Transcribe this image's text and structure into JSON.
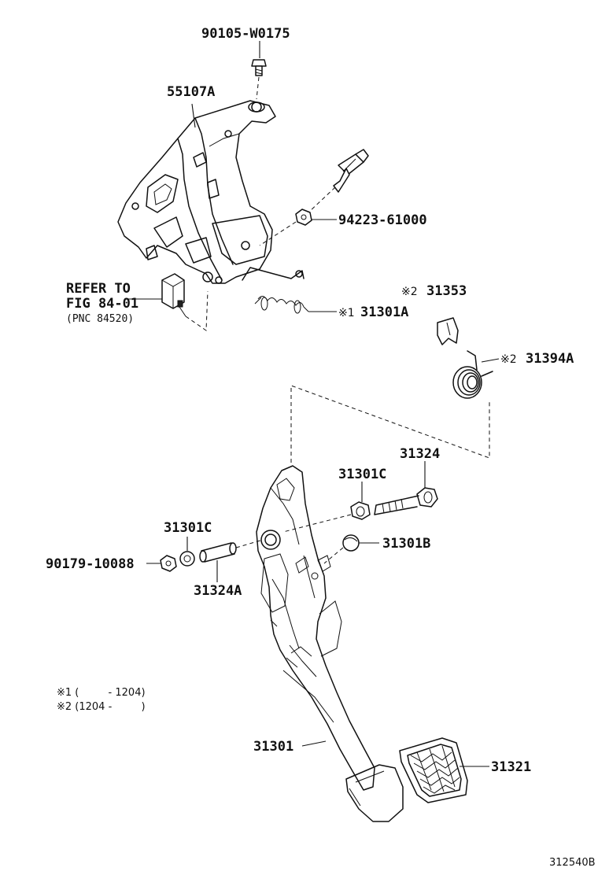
{
  "labels": {
    "bolt_top": "90105-W0175",
    "bracket": "55107A",
    "nut_switch": "94223-61000",
    "refer_line1": "REFER TO",
    "refer_line2": "FIG 84-01",
    "refer_line3": "(PNC 84520)",
    "spring_a": "31301A",
    "clip": "31353",
    "return_spring": "31394A",
    "bolt_pivot": "31324",
    "bushing_right": "31301C",
    "bushing_left": "31301C",
    "stopper": "31301B",
    "nut_left": "90179-10088",
    "collar": "31324A",
    "pedal_arm": "31301",
    "pedal_pad": "31321"
  },
  "marks": {
    "mark1": "※1",
    "mark2": "※2"
  },
  "notes": {
    "note1": "※1 (         - 1204)",
    "note2": "※2 (1204 -         )"
  },
  "figure_id": "312540B"
}
